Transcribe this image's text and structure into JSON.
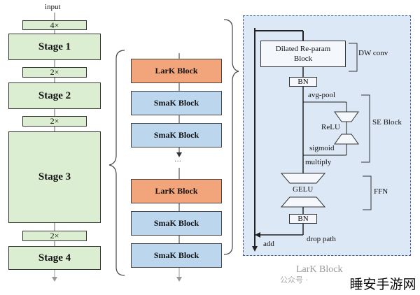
{
  "left": {
    "input_label": "input",
    "downsample_labels": [
      "4×",
      "2×",
      "2×",
      "2×"
    ],
    "stages": [
      "Stage 1",
      "Stage 2",
      "Stage 3",
      "Stage 4"
    ]
  },
  "middle": {
    "blocks_top": [
      "LarK Block",
      "SmaK Block",
      "SmaK Block"
    ],
    "ellipsis": "···",
    "blocks_bottom": [
      "LarK Block",
      "SmaK Block",
      "SmaK Block"
    ]
  },
  "detail": {
    "dilated_block": "Dilated Re-param Block",
    "dw_conv": "DW conv",
    "bn_top": "BN",
    "avg_pool": "avg-pool",
    "relu": "ReLU",
    "sigmoid": "sigmoid",
    "multiply": "multiply",
    "se_block": "SE Block",
    "gelu": "GELU",
    "ffn": "FFN",
    "bn_bottom": "BN",
    "drop_path": "drop path",
    "add": "add"
  },
  "caption": "LarK Block",
  "watermark": {
    "text": "睡安手游网",
    "sub": "公众号 ·"
  },
  "colors": {
    "stage_fill": "#dbeed1",
    "lark_fill": "#f2a47a",
    "smak_fill": "#bcd6ee",
    "panel_fill": "#dce8f5",
    "panel_border": "#3b5f9e"
  }
}
